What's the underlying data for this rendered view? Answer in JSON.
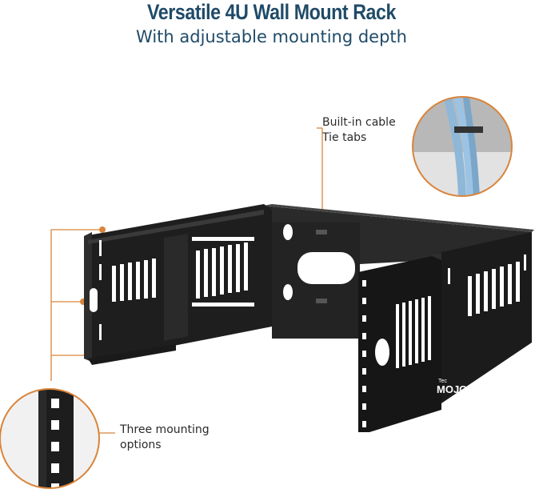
{
  "heading": {
    "title": "Versatile 4U Wall Mount Rack",
    "subtitle": "With adjustable mounting depth"
  },
  "callouts": {
    "cable_tie": {
      "line1": "Built-in cable",
      "line2": "Tie tabs"
    },
    "mounting": {
      "line1": "Three mounting",
      "line2": "options"
    }
  },
  "logo": {
    "small": "Tec",
    "big": "MOJO"
  },
  "colors": {
    "title": "#1f4b68",
    "accent": "#d9843a",
    "rack": "#1e1e1e"
  }
}
